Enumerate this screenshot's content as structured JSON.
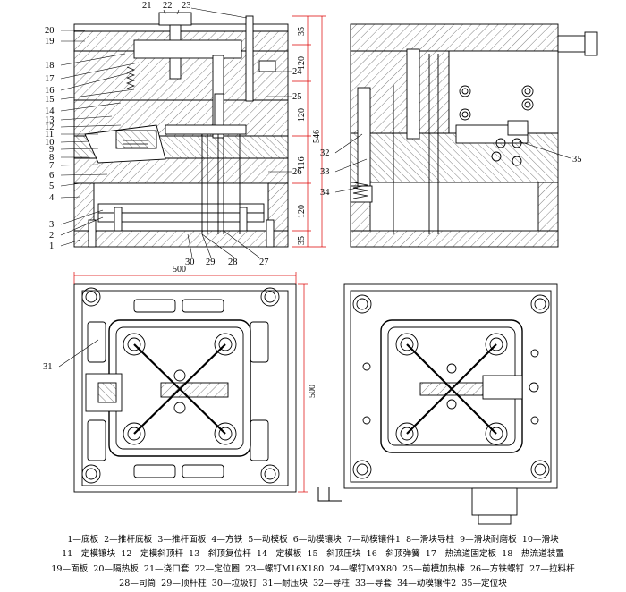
{
  "drawing": {
    "section_labels_left": [
      "21",
      "22",
      "23",
      "20",
      "19",
      "18",
      "17",
      "16",
      "15",
      "14",
      "13",
      "12",
      "11",
      "10",
      "9",
      "8",
      "7",
      "6",
      "5",
      "4",
      "3",
      "2",
      "1",
      "24",
      "25",
      "26",
      "27",
      "28",
      "29",
      "30"
    ],
    "section_labels_right": [
      "32",
      "33",
      "34",
      "35"
    ],
    "plan_labels": [
      "31"
    ],
    "dimensions": {
      "height_total": "546",
      "plate_35_top": "35",
      "plate_120_a": "120",
      "plate_120_b": "120",
      "plate_116": "116",
      "plate_120_c": "120",
      "plate_35_bottom": "35",
      "plan_width": "500",
      "plan_height": "500"
    }
  },
  "legend": {
    "rows": [
      [
        "1—底板",
        "2—推杆底板",
        "3—推杆面板",
        "4—方铁",
        "5—动模板",
        "6—动模镶块",
        "7—动模镶件1",
        "8—滑块导柱",
        "9—滑块耐磨板",
        "10—滑块"
      ],
      [
        "11—定模镶块",
        "12—定模斜顶杆",
        "13—斜顶复位杆",
        "14—定模板",
        "15—斜顶压块",
        "16—斜顶弹簧",
        "17—热流道固定板",
        "18—热流道装置"
      ],
      [
        "19—面板",
        "20—隔热板",
        "21—浇口套",
        "22—定位圈",
        "23—螺钉M16X180",
        "24—螺钉M9X80",
        "25—前模加热棒",
        "26—方铁螺钉",
        "27—拉料杆"
      ],
      [
        "28—司筒",
        "29—顶杆柱",
        "30—垃圾钉",
        "31—耐压块",
        "32—导柱",
        "33—导套",
        "34—动模镶件2",
        "35—定位块"
      ]
    ]
  }
}
